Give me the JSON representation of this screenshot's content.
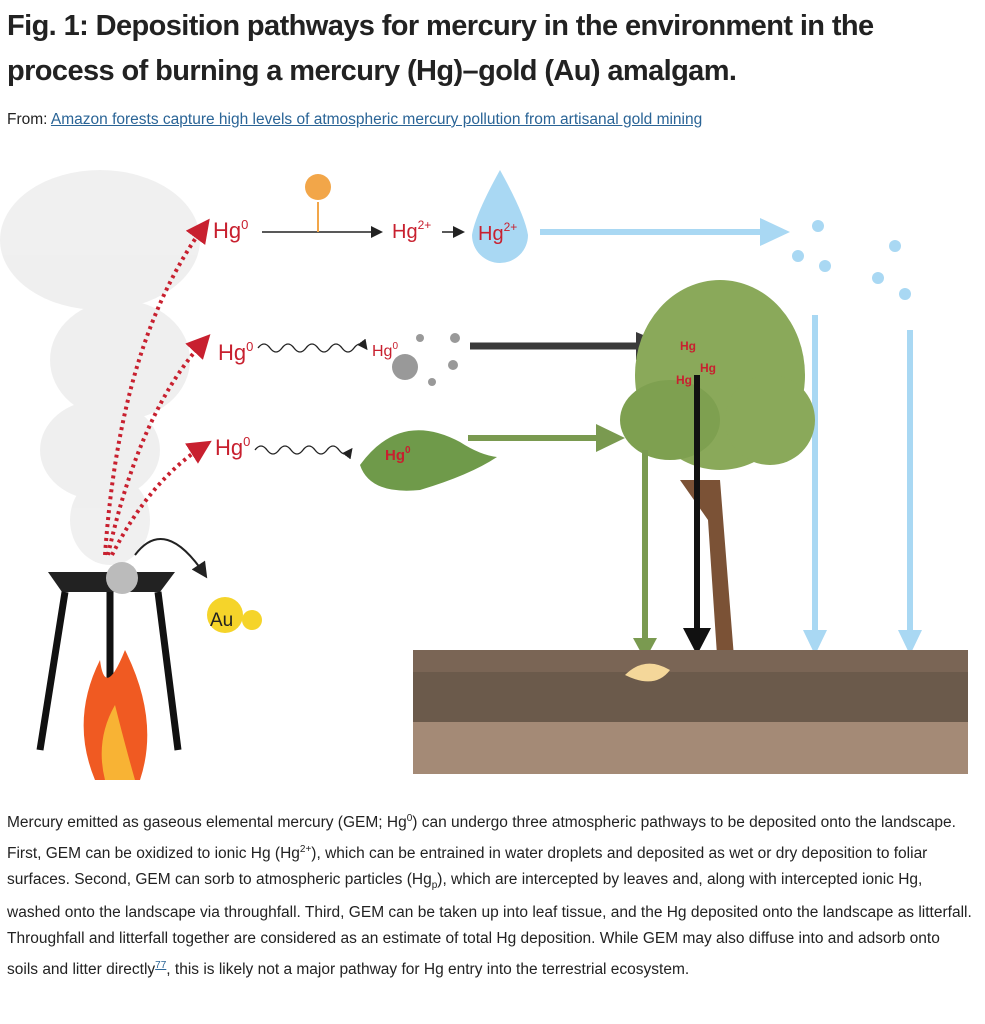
{
  "figure": {
    "title": "Fig. 1: Deposition pathways for mercury in the environment in the process of burning a mercury (Hg)–gold (Au) amalgam.",
    "from_label": "From:",
    "source_link": "Amazon forests capture high levels of atmospheric mercury pollution from artisanal gold mining"
  },
  "diagram": {
    "hg0": "Hg",
    "sup0": "0",
    "hg2": "Hg",
    "sup2": "2+",
    "au": "Au",
    "colors": {
      "red": "#c8202f",
      "rain": "#a9d8f3",
      "soil": "#7a6555",
      "leaf": "#7a9a50",
      "dark": "#333333"
    }
  },
  "caption": {
    "p1": "Mercury emitted as gaseous elemental mercury (GEM; Hg",
    "s1": "0",
    "p2": ") can undergo three atmospheric pathways to be deposited onto the landscape. First, GEM can be oxidized to ionic Hg (Hg",
    "s2": "2+",
    "p3": "), which can be entrained in water droplets and deposited as wet or dry deposition to foliar surfaces. Second, GEM can sorb to atmospheric particles (Hg",
    "s3": "p",
    "p4": "), which are intercepted by leaves and, along with intercepted ionic Hg, washed onto the landscape via throughfall. Third, GEM can be taken up into leaf tissue, and the Hg deposited onto the landscape as litterfall. Throughfall and litterfall together are considered as an estimate of total Hg deposition. While GEM may also diffuse into and adsorb onto soils and litter directly",
    "ref": "77",
    "p5": ", this is likely not a major pathway for Hg entry into the terrestrial ecosystem."
  }
}
